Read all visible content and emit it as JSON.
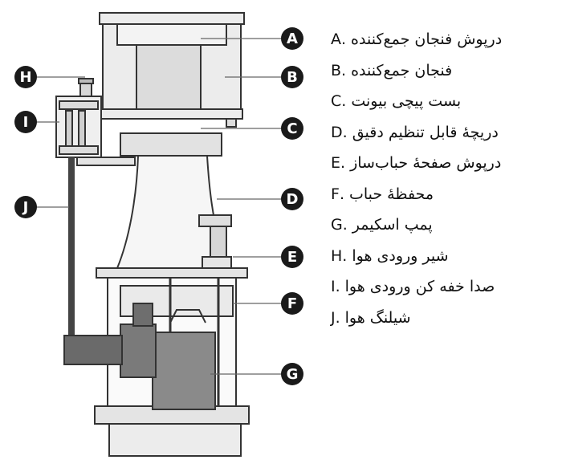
{
  "callouts": [
    {
      "letter": "A",
      "label": "درپوش فنجان جمع‌کننده"
    },
    {
      "letter": "B",
      "label": "فنجان جمع‌کننده"
    },
    {
      "letter": "C",
      "label": "بست پیچی بیونت"
    },
    {
      "letter": "D",
      "label": "دریچهٔ قابل تنظیم دقیق"
    },
    {
      "letter": "E",
      "label": "درپوش صفحهٔ حباب‌ساز"
    },
    {
      "letter": "F",
      "label": "محفظهٔ حباب"
    },
    {
      "letter": "G",
      "label": "پمپ اسکیمر"
    },
    {
      "letter": "H",
      "label": "شیر ورودی هوا"
    },
    {
      "letter": "I",
      "label": "صدا خفه کن ورودی هوا"
    },
    {
      "letter": "J",
      "label": "شیلنگ هوا"
    }
  ],
  "colors": {
    "line": "#333333",
    "light": "#ececec",
    "mid": "#d6d6d6",
    "pump": "#8a8a8a",
    "pump_dark": "#5c5c5c",
    "label_bg": "#1a1a1a"
  }
}
